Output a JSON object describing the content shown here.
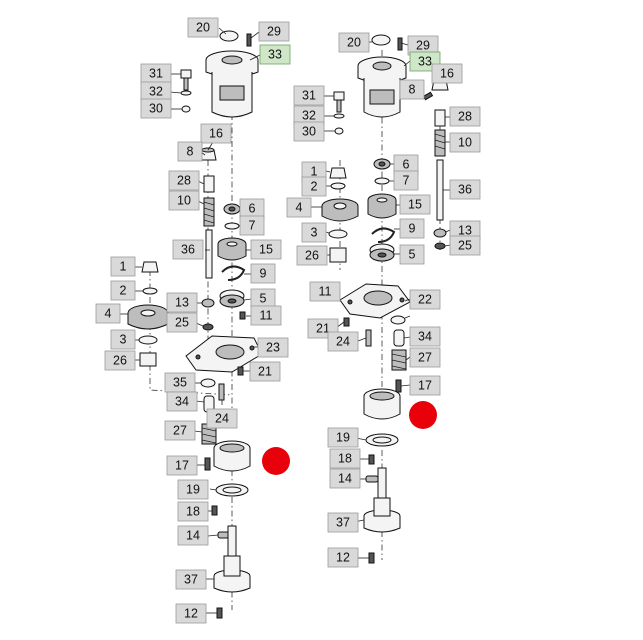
{
  "colors": {
    "highlight_label": "#cfe7c8",
    "marker": "#e8000b",
    "label_box": "#d9d9d9"
  },
  "left_assembly": {
    "labels": [
      "20",
      "29",
      "33",
      "31",
      "32",
      "30",
      "16",
      "8",
      "28",
      "10",
      "6",
      "7",
      "36",
      "15",
      "9",
      "1",
      "2",
      "4",
      "5",
      "3",
      "13",
      "11",
      "25",
      "23",
      "26",
      "21",
      "35",
      "34",
      "24",
      "27",
      "17",
      "19",
      "18",
      "14",
      "37",
      "12"
    ],
    "highlighted": [
      "33"
    ]
  },
  "right_assembly": {
    "labels": [
      "20",
      "29",
      "33",
      "16",
      "8",
      "31",
      "32",
      "30",
      "28",
      "10",
      "6",
      "7",
      "1",
      "2",
      "36",
      "4",
      "15",
      "3",
      "9",
      "26",
      "5",
      "13",
      "25",
      "11",
      "22",
      "21",
      "34",
      "24",
      "27",
      "17",
      "19",
      "18",
      "14",
      "37",
      "12"
    ],
    "highlighted": [
      "33"
    ]
  }
}
